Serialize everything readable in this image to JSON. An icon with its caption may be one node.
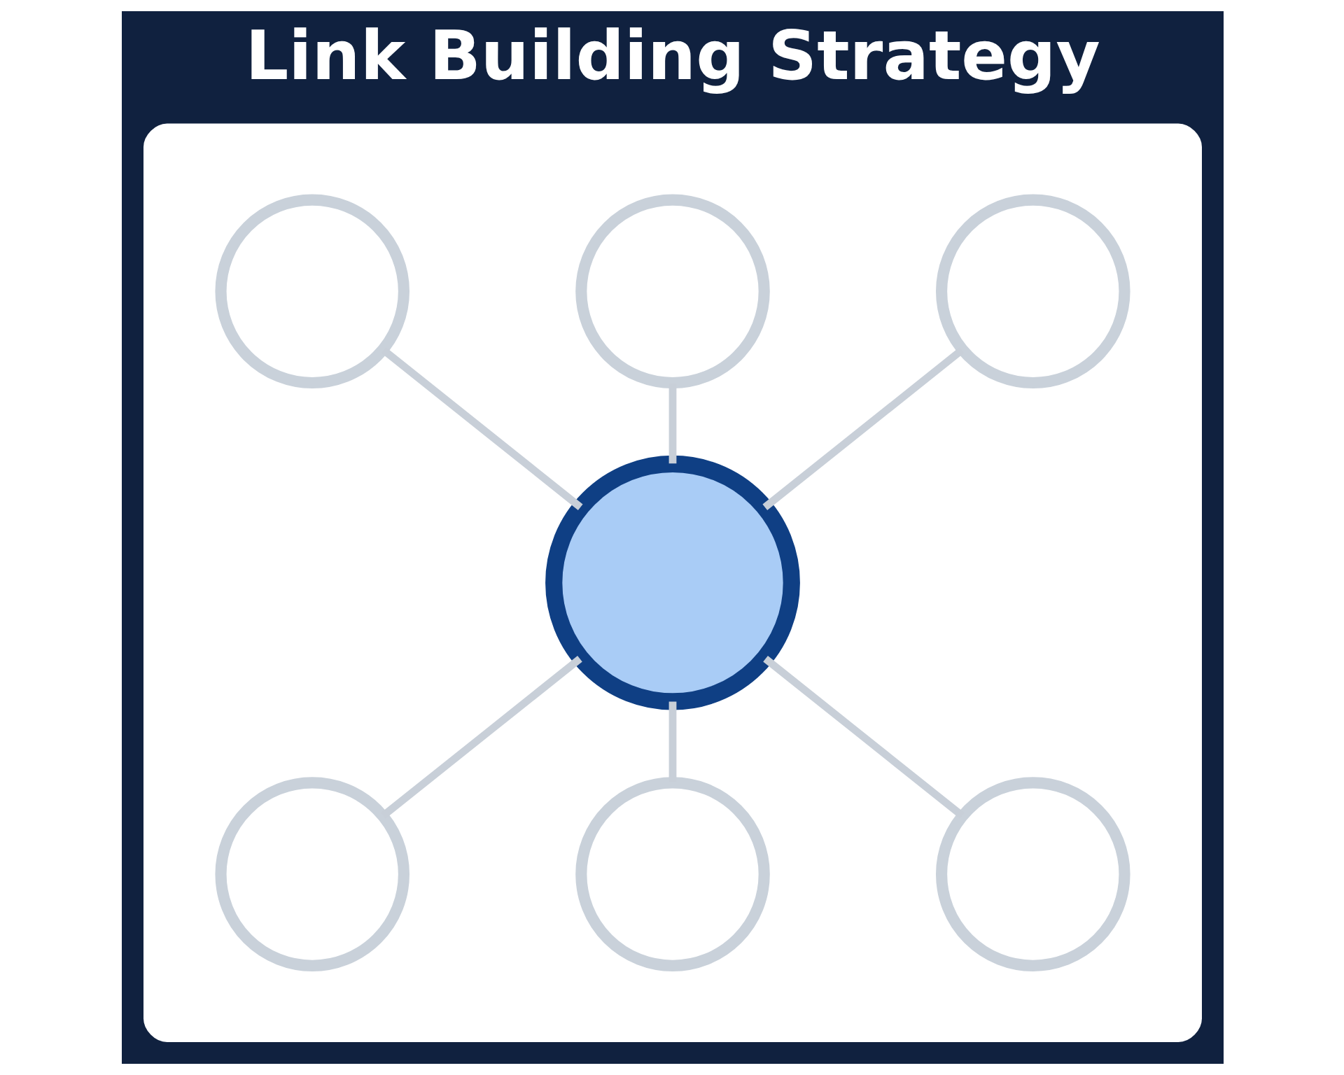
{
  "diagram": {
    "title": "Link Building Strategy",
    "nodes": [
      {
        "text": [],
        "shape": "box"
      },
      {
        "text": [],
        "shape": "circle",
        "in": 0
      },
      {
        "text": [],
        "shape": "circle",
        "in": 0
      },
      {
        "text": [],
        "shape": "circle",
        "in": 0
      },
      {
        "text": [],
        "shape": "circle",
        "in": 0
      },
      {
        "text": [],
        "shape": "circle",
        "in": 0
      },
      {
        "text": [],
        "shape": "circle",
        "in": 0
      },
      {
        "text": [],
        "shape": "circle",
        "in": 0
      }
    ],
    "edges": [
      {
        "from": 1,
        "to": 4,
        "arrow": "none"
      },
      {
        "from": 2,
        "to": 4,
        "arrow": "none"
      },
      {
        "from": 3,
        "to": 4,
        "arrow": "none"
      },
      {
        "from": 4,
        "to": 5,
        "arrow": "none"
      },
      {
        "from": 4,
        "to": 6,
        "arrow": "none"
      },
      {
        "from": 4,
        "to": 7,
        "arrow": "none"
      }
    ]
  }
}
